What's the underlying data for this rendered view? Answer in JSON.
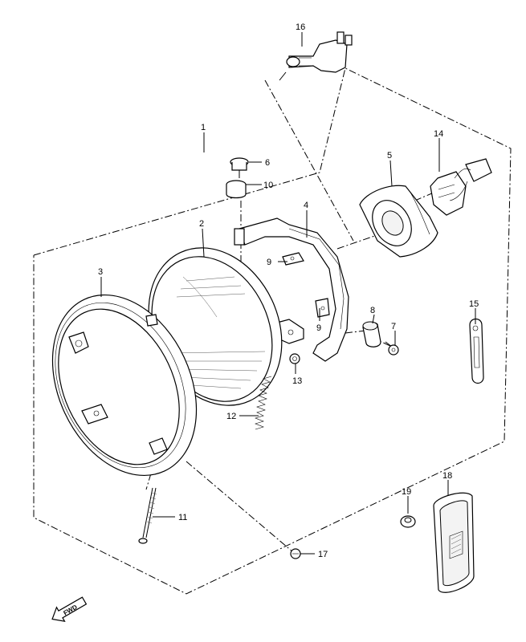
{
  "callouts": {
    "p1": "1",
    "p2": "2",
    "p3": "3",
    "p4": "4",
    "p5": "5",
    "p6": "6",
    "p7": "7",
    "p8": "8",
    "p9a": "9",
    "p9b": "9",
    "p10": "10",
    "p11": "11",
    "p12": "12",
    "p13": "13",
    "p14": "14",
    "p15": "15",
    "p16": "16",
    "p17": "17",
    "p18": "18",
    "p19": "19"
  },
  "direction_badge": "FWD"
}
